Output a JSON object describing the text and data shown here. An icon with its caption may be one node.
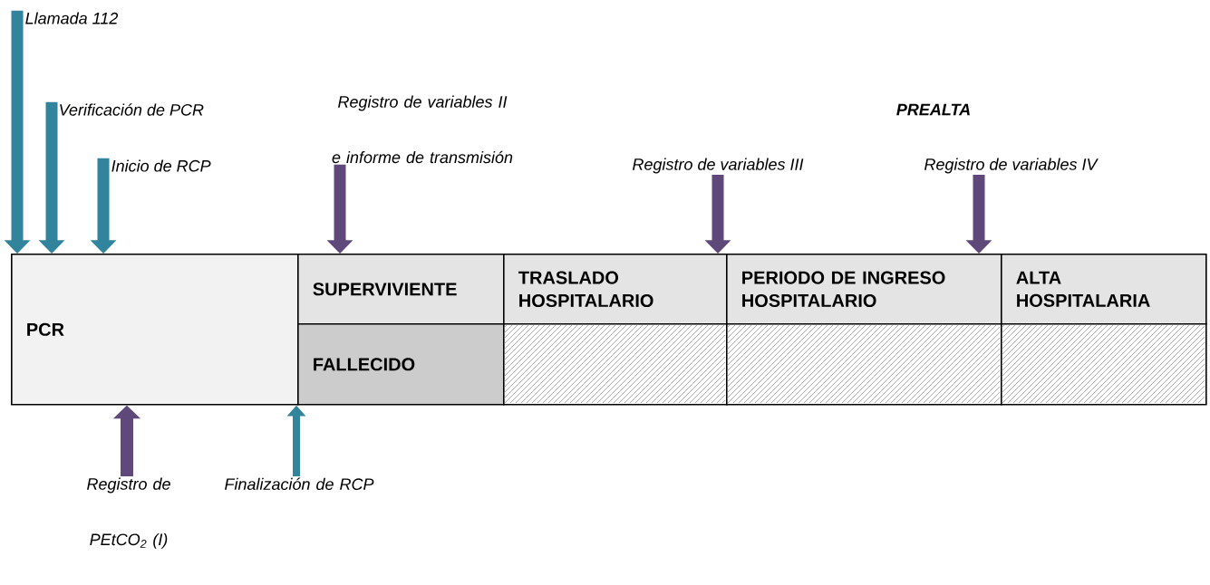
{
  "diagram": {
    "nodes": [
      {
        "text": [
          "PCR"
        ]
      },
      {
        "text": [
          "SUPERVIVIENTE"
        ]
      },
      {
        "text": [
          "TRASLADO HOSPITALARIO"
        ]
      },
      {
        "text": [
          "PERIODO DE INGRESO HOSPITALARIO"
        ]
      },
      {
        "text": [
          "ALTA HOSPITALARIA"
        ]
      },
      {
        "text": [
          "FALLECIDO"
        ]
      },
      {
        "text": [],
        "shape": "box"
      },
      {
        "text": [],
        "shape": "box"
      },
      {
        "text": [],
        "shape": "box"
      },
      {
        "text": [
          "Llamada 112"
        ]
      },
      {
        "text": [
          "Verificación de PCR"
        ]
      },
      {
        "text": [
          "Inicio de RCP"
        ]
      },
      {
        "text": [
          "Registro de variables II e informe de transmisión"
        ]
      },
      {
        "text": [
          "Registro de variables III"
        ]
      },
      {
        "text": [
          "Registro de variables IV"
        ]
      },
      {
        "text": [
          "Registro de PEtCO$_{2}$ (I)"
        ]
      },
      {
        "text": [
          "Finalización de RCP"
        ]
      }
    ],
    "edges": [
      {
        "from": 9,
        "to": 0,
        "arrow": "to",
        "color": "#31849b"
      },
      {
        "from": 10,
        "to": 0,
        "arrow": "to",
        "color": "#31849b"
      },
      {
        "from": 11,
        "to": 0,
        "arrow": "to",
        "color": "#31849b"
      },
      {
        "from": 12,
        "to": 1,
        "arrow": "to"
      },
      {
        "from": 13,
        "to": 2,
        "arrow": "to"
      },
      {
        "from": 14,
        "to": 3,
        "arrow": "to"
      },
      {
        "from": 15,
        "to": 0,
        "arrow": "to"
      },
      {
        "from": 16,
        "to": 0,
        "arrow": "to",
        "color": "#31849b"
      }
    ],
    "labels": [
      "PREALTA"
    ]
  }
}
